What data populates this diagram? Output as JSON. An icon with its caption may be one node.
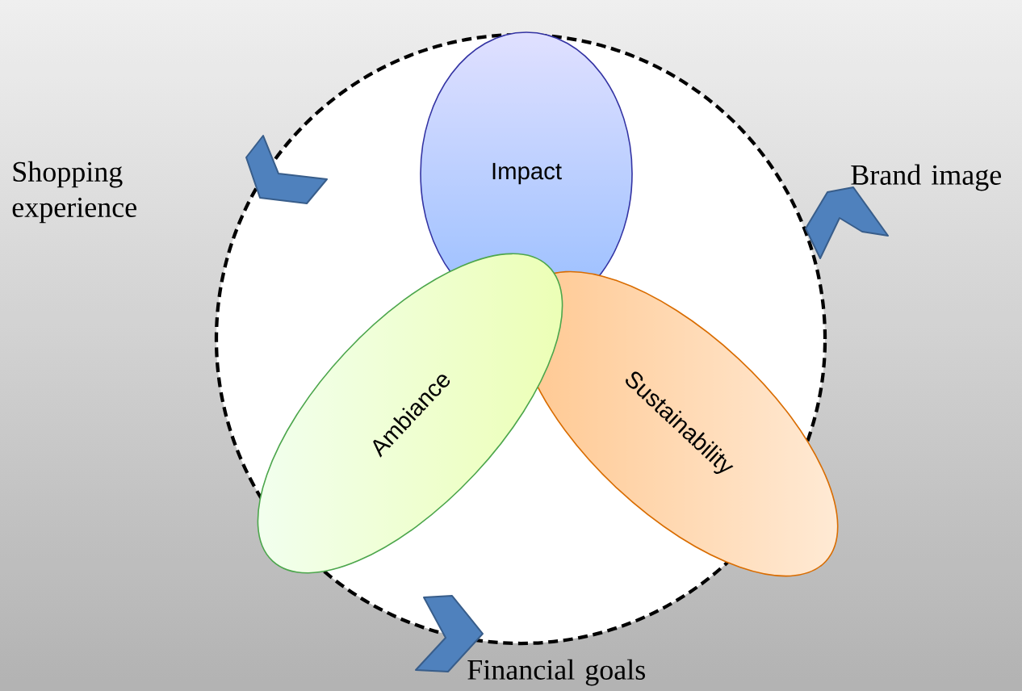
{
  "diagram": {
    "nodes": [
      {
        "text": [
          "Impact"
        ]
      },
      {
        "text": [
          "Ambiance"
        ]
      },
      {
        "text": [
          "Sustainability"
        ]
      }
    ],
    "labels": [
      "Shopping experience",
      "Brand image",
      "Financial goals"
    ]
  }
}
